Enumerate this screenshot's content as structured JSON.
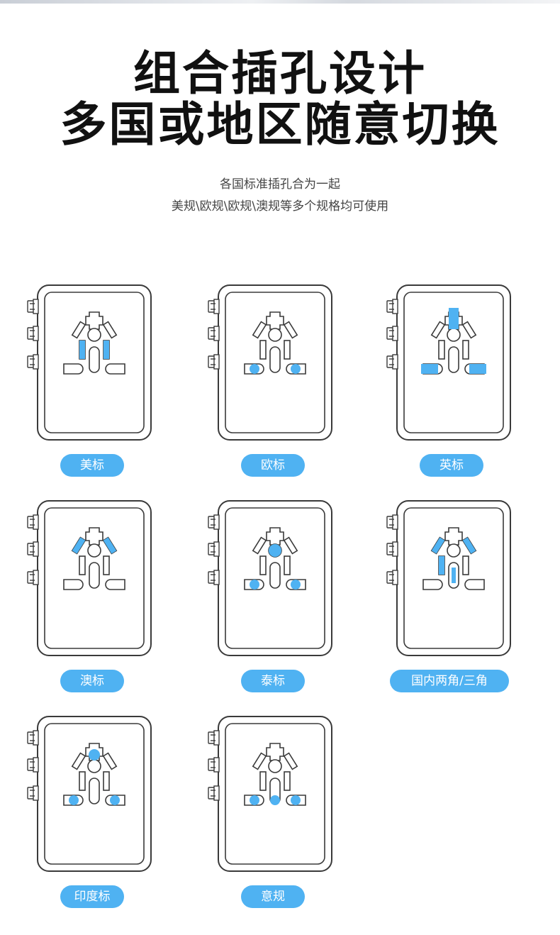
{
  "header": {
    "title_line1": "组合插孔设计",
    "title_line2": "多国或地区随意切换",
    "subtitle_line1": "各国标准插孔合为一起",
    "subtitle_line2": "美规\\欧规\\欧规\\澳规等多个规格均可使用"
  },
  "colors": {
    "accent": "#4fb2f2",
    "outline": "#3a3a3a"
  },
  "sockets": [
    {
      "label": "美标",
      "highlight": [
        "us-slots"
      ]
    },
    {
      "label": "欧标",
      "highlight": [
        "eu-pins"
      ]
    },
    {
      "label": "英标",
      "highlight": [
        "uk-top",
        "uk-pins"
      ]
    },
    {
      "label": "澳标",
      "highlight": [
        "au-angled"
      ]
    },
    {
      "label": "泰标",
      "highlight": [
        "th-round",
        "eu-pins"
      ]
    },
    {
      "label": "国内两角/三角",
      "highlight": [
        "cn-angled",
        "cn-left",
        "cn-center"
      ]
    },
    {
      "label": "印度标",
      "highlight": [
        "in-top",
        "eu-pins"
      ]
    },
    {
      "label": "意规",
      "highlight": [
        "eu-pins",
        "it-center"
      ]
    }
  ]
}
